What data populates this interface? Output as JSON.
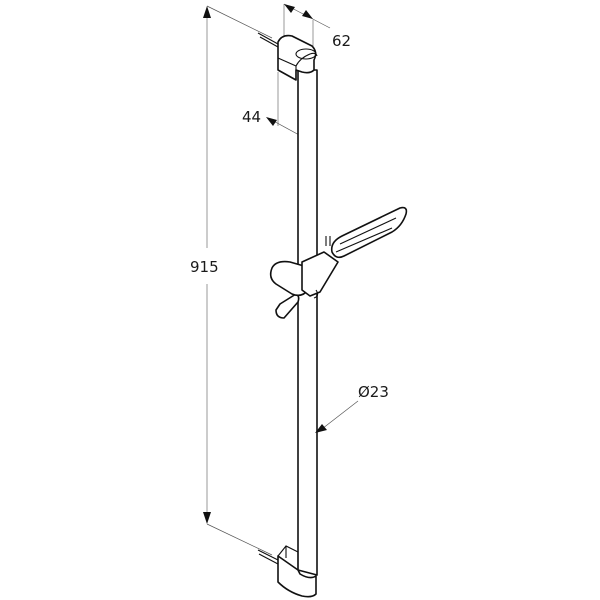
{
  "drawing": {
    "title": "Shower rail set dimension drawing",
    "colors": {
      "line": "#111111",
      "dimension": "#555555",
      "extension": "#aaaaaa",
      "background": "#ffffff"
    },
    "dimensions": {
      "height": {
        "label": "915",
        "description": "overall rail height"
      },
      "depth_top": {
        "label": "62",
        "description": "bracket depth"
      },
      "wall_offset": {
        "label": "44",
        "description": "rail centre distance from wall"
      },
      "rail_diameter": {
        "label": "Ø23",
        "description": "rail tube diameter"
      }
    },
    "components": [
      {
        "name": "top-wall-bracket"
      },
      {
        "name": "slide-rail"
      },
      {
        "name": "sliding-holder"
      },
      {
        "name": "hand-shower"
      },
      {
        "name": "bottom-wall-bracket"
      },
      {
        "name": "wall-screw-top"
      },
      {
        "name": "wall-screw-bottom"
      }
    ]
  }
}
